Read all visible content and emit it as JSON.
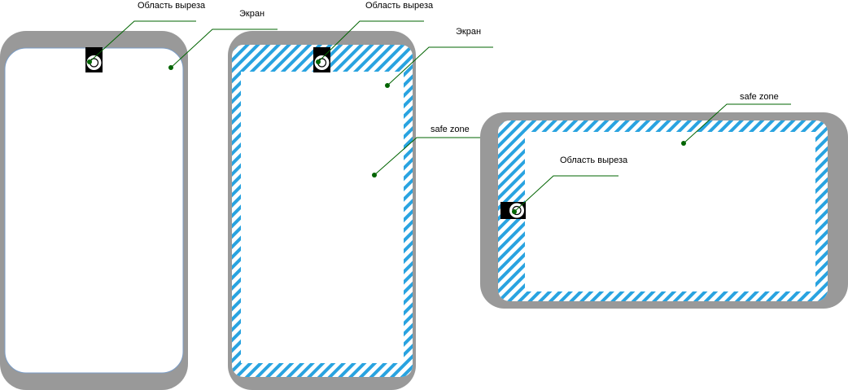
{
  "labels": {
    "cutout_area": "Область выреза",
    "screen": "Экран",
    "safe_zone": "safe zone"
  },
  "colors": {
    "device_body": "#999999",
    "screen_fill": "#ffffff",
    "screen_edge": "#7a9cc6",
    "hatch": "#29a3e0",
    "leader": "#006400",
    "camera_cutout": "#000000"
  },
  "icons": {
    "camera": "camera-lens-icon",
    "anchor": "anchor-dot"
  }
}
